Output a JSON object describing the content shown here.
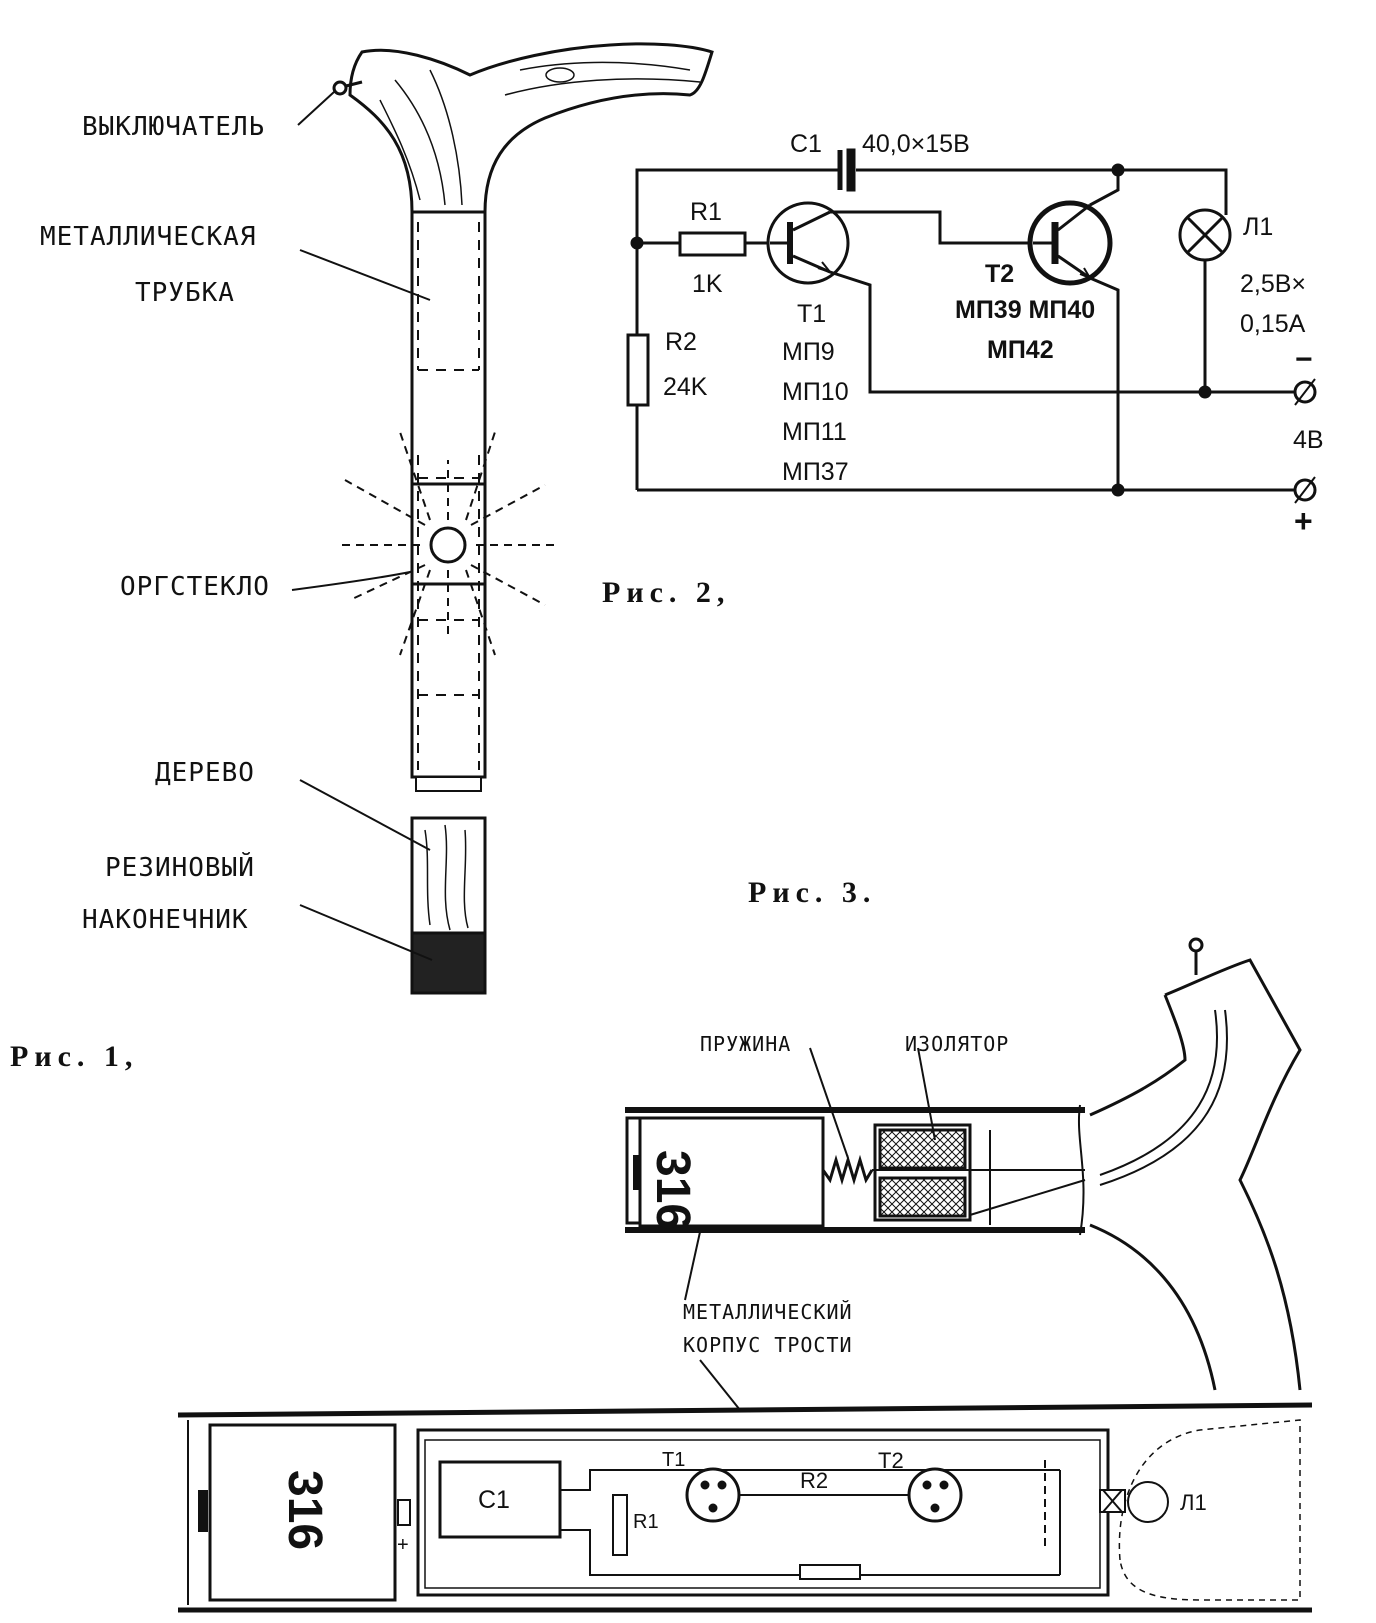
{
  "fig1": {
    "caption": "Рис. 1,",
    "labels": {
      "switch": "ВЫКЛЮЧАТЕЛЬ",
      "tube_1": "МЕТАЛЛИЧЕСКАЯ",
      "tube_2": "ТРУБКА",
      "plexi": "ОРГСТЕКЛО",
      "wood": "ДЕРЕВО",
      "tip_1": "РЕЗИНОВЫЙ",
      "tip_2": "НАКОНЕЧНИК"
    }
  },
  "fig2": {
    "caption": "Рис. 2,",
    "c1": "C1",
    "c1_value": "40,0×15B",
    "r1": "R1",
    "r1_value": "1K",
    "r2": "R2",
    "r2_value": "24K",
    "t1": "T1",
    "t1_types": [
      "МП9",
      "МП10",
      "МП11",
      "МП37"
    ],
    "t2": "T2",
    "t2_types_1": "МП39 МП40",
    "t2_types_2": "МП42",
    "lamp": "Л1",
    "lamp_value_1": "2,5B×",
    "lamp_value_2": "0,15A",
    "minus": "−",
    "plus": "+",
    "voltage": "4B"
  },
  "fig3": {
    "caption": "Рис. 3.",
    "labels": {
      "spring": "ПРУЖИНА",
      "insulator": "ИЗОЛЯТОР",
      "body_1": "МЕТАЛЛИЧЕСКИЙ",
      "body_2": "КОРПУС ТРОСТИ"
    },
    "battery": "316",
    "c1": "C1",
    "r1": "R1",
    "r2": "R2",
    "t1": "T1",
    "t2": "T2",
    "lamp": "Л1",
    "plus": "+"
  }
}
